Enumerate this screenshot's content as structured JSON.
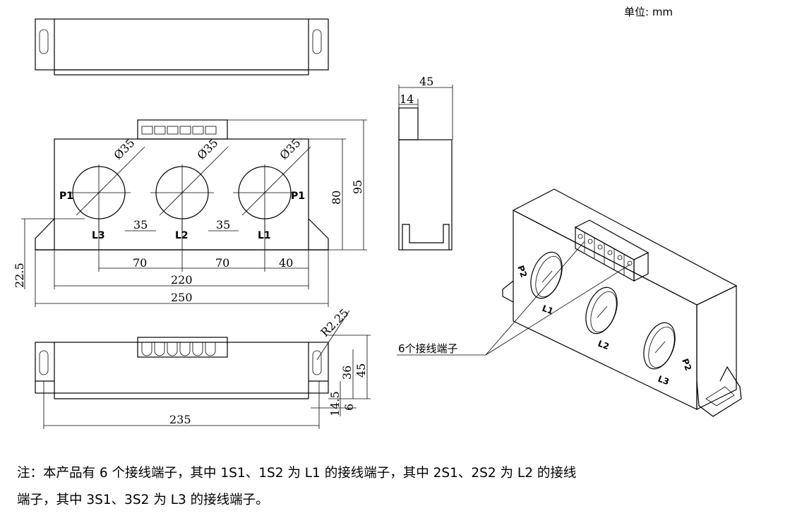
{
  "unit_label": "单位: mm",
  "front_view": {
    "hole_dia_labels": [
      "Ø35",
      "Ø35",
      "Ø35"
    ],
    "p1_left": "P1",
    "p1_right": "P1",
    "hole_labels": [
      "L3",
      "L2",
      "L1"
    ],
    "dim_spacing_a": "35",
    "dim_spacing_b": "35",
    "dim_70_a": "70",
    "dim_70_b": "70",
    "dim_40": "40",
    "dim_220": "220",
    "dim_250": "250",
    "dim_80": "80",
    "dim_95": "95",
    "dim_22_5": "22.5"
  },
  "side_view": {
    "dim_45": "45",
    "dim_14": "14"
  },
  "bottom_view": {
    "dim_r": "R2.25",
    "dim_36": "36",
    "dim_45": "45",
    "dim_14_5": "14.5",
    "dim_6": "6",
    "dim_235": "235"
  },
  "iso_view": {
    "callout": "6个接线端子",
    "labels": [
      "P2",
      "L1",
      "L2",
      "P2",
      "L3"
    ]
  },
  "note": {
    "line1": "注：本产品有 6 个接线端子，其中 1S1、1S2 为 L1 的接线端子，其中 2S1、2S2 为 L2 的接线",
    "line2": "端子，其中 3S1、3S2 为 L3 的接线端子。"
  }
}
